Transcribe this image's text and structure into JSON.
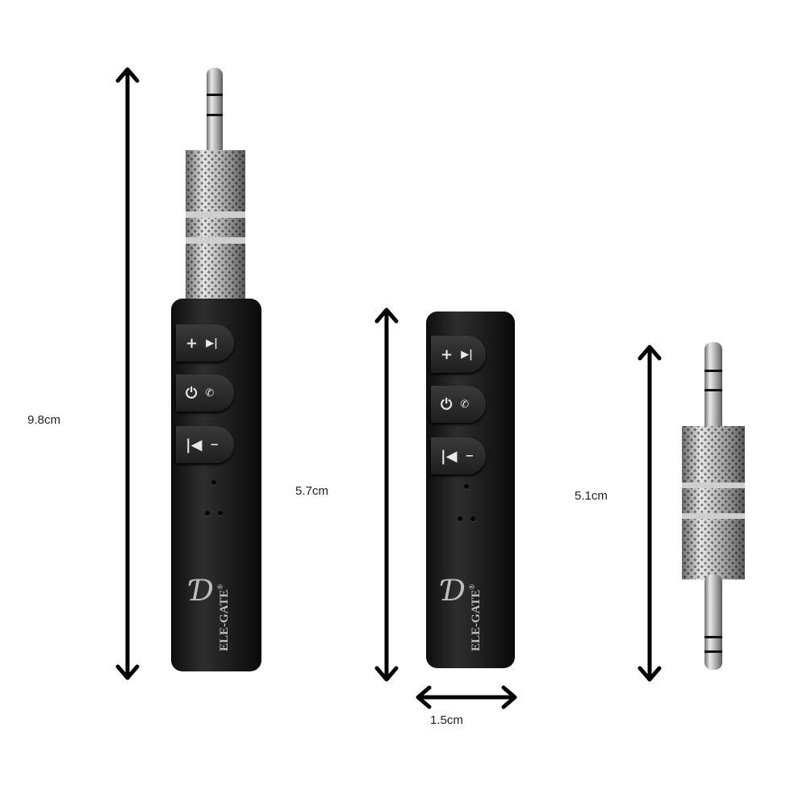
{
  "product": {
    "brand": "ELE-GATE",
    "registered_mark": "®",
    "logo_glyph": "Ɗ"
  },
  "dimensions": {
    "full_length": "9.8cm",
    "body_length": "5.7cm",
    "adapter_length": "5.1cm",
    "body_width": "1.5cm"
  },
  "buttons": [
    {
      "left_icon": "plus-icon",
      "right_icon": "next-track-icon",
      "left_glyph": "+",
      "right_glyph": "▶|"
    },
    {
      "left_icon": "power-icon",
      "right_icon": "phone-icon",
      "left_glyph": "⏻",
      "right_glyph": "✆"
    },
    {
      "left_icon": "previous-track-icon",
      "right_icon": "minus-icon",
      "left_glyph": "|◀",
      "right_glyph": "−"
    }
  ],
  "colors": {
    "body": "#1c1c1c",
    "button": "#2a2a2a",
    "metal": "#b8b8b8",
    "arrow": "#000000",
    "text": "#222222"
  }
}
